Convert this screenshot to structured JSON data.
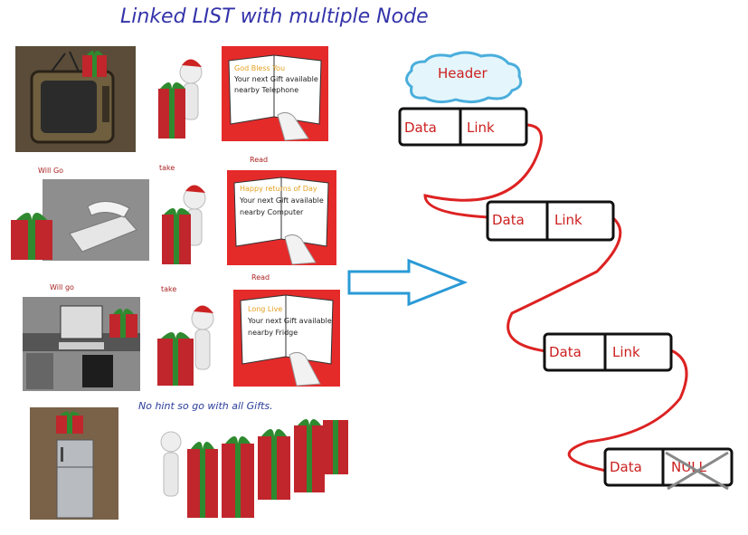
{
  "title": "Linked LIST with multiple Node",
  "rows": [
    {
      "labels": {
        "will_go": "",
        "take": "",
        "read": ""
      },
      "card": {
        "line1": "God Bless You",
        "line2": "Your next Gift available",
        "line3": "nearby Telephone"
      }
    },
    {
      "labels": {
        "will_go": "Will Go",
        "take": "take",
        "read": "Read"
      },
      "card": {
        "line1": "Happy returns of Day",
        "line2": "Your next Gift available",
        "line3": "nearby Computer"
      }
    },
    {
      "labels": {
        "will_go": "Will go",
        "take": "take",
        "read": "Read"
      },
      "card": {
        "line1": "Long Live",
        "line2": "Your next Gift available",
        "line3": "nearby Fridge"
      }
    }
  ],
  "hint": "No hint so go with all Gifts.",
  "list": {
    "header": "Header",
    "nodes": [
      {
        "data": "Data",
        "link": "Link"
      },
      {
        "data": "Data",
        "link": "Link"
      },
      {
        "data": "Data",
        "link": "Link"
      },
      {
        "data": "Data",
        "link": "NULL"
      }
    ]
  },
  "colors": {
    "title": "#3333aa",
    "node_text": "#cc1f1f",
    "wire": "#dd2222",
    "arrow": "#2a9ad6",
    "card": "#e52a2a"
  }
}
